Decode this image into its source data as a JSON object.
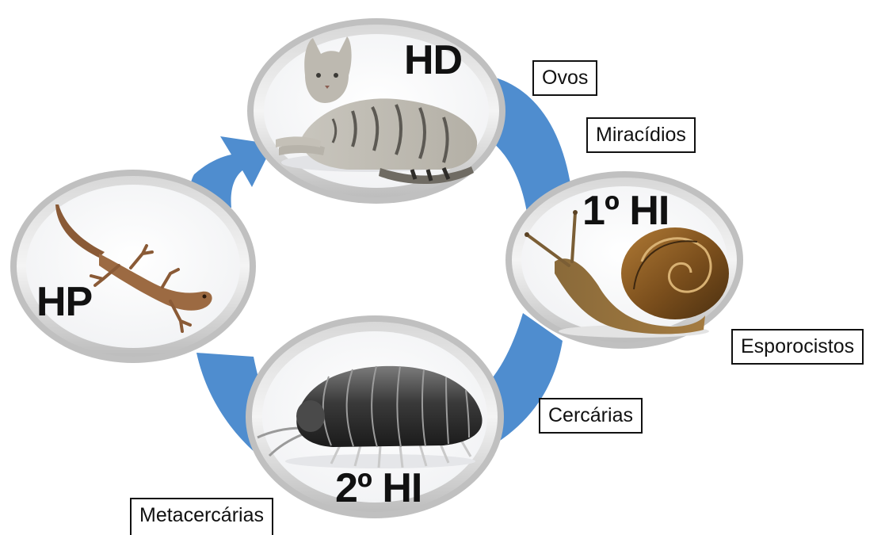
{
  "colors": {
    "arrow": "#4f8dcf",
    "ring_outer": "#b9b9b9",
    "ring_inner": "#ececec",
    "text": "#111111"
  },
  "hosts": {
    "definitive": {
      "label": "HD",
      "icon": "cat-illustration"
    },
    "first_intermediate": {
      "label": "1º HI",
      "icon": "snail-illustration"
    },
    "second_intermediate": {
      "label": "2º HI",
      "icon": "pill-bug-illustration"
    },
    "paratenic": {
      "label": "HP",
      "icon": "lizard-illustration"
    }
  },
  "stages": {
    "ovos": "Ovos",
    "miracidios": "Miracídios",
    "esporocistos": "Esporocistos",
    "cercarias": "Cercárias",
    "metacercarias": "Metacercárias"
  }
}
